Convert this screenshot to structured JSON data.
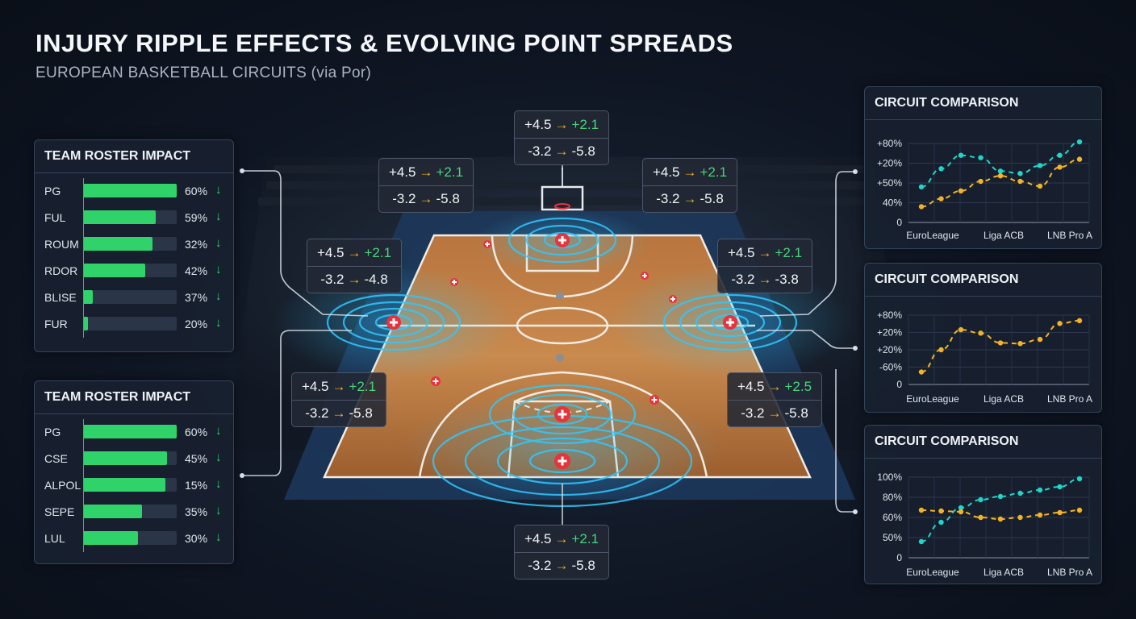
{
  "page": {
    "title": "INJURY RIPPLE EFFECTS & EVOLVING POINT SPREADS",
    "subtitle": "EUROPEAN BASKETBALL CIRCUITS (via Por)"
  },
  "roster_panels": [
    {
      "title": "TEAM ROSTER IMPACT",
      "rows": [
        {
          "label": "PG",
          "pct_label": "60%",
          "fill": 1.0,
          "arrow": "↓"
        },
        {
          "label": "FUL",
          "pct_label": "59%",
          "fill": 0.78,
          "arrow": "↓"
        },
        {
          "label": "ROUM",
          "pct_label": "32%",
          "fill": 0.74,
          "arrow": "↓"
        },
        {
          "label": "RDOR",
          "pct_label": "42%",
          "fill": 0.66,
          "arrow": "↓"
        },
        {
          "label": "BLISE",
          "pct_label": "37%",
          "fill": 0.1,
          "arrow": "↓"
        },
        {
          "label": "FUR",
          "pct_label": "20%",
          "fill": 0.05,
          "arrow": "↓"
        }
      ]
    },
    {
      "title": "TEAM ROSTER IMPACT",
      "rows": [
        {
          "label": "PG",
          "pct_label": "60%",
          "fill": 1.0,
          "arrow": "↓"
        },
        {
          "label": "CSE",
          "pct_label": "45%",
          "fill": 0.9,
          "arrow": "↓"
        },
        {
          "label": "ALPOL",
          "pct_label": "15%",
          "fill": 0.88,
          "arrow": "↓"
        },
        {
          "label": "SEPE",
          "pct_label": "35%",
          "fill": 0.63,
          "arrow": "↓"
        },
        {
          "label": "LUL",
          "pct_label": "30%",
          "fill": 0.59,
          "arrow": "↓"
        }
      ]
    }
  ],
  "spread_boxes": [
    {
      "line1_from": "+4.5",
      "line1_to": "+2.1",
      "line2_from": "-3.2",
      "line2_to": "-5.8",
      "arrow": "→"
    },
    {
      "line1_from": "+4.5",
      "line1_to": "+2.1",
      "line2_from": "-3.2",
      "line2_to": "-5.8",
      "arrow": "→"
    },
    {
      "line1_from": "+4.5",
      "line1_to": "+2.1",
      "line2_from": "-3.2",
      "line2_to": "-5.8",
      "arrow": "→"
    },
    {
      "line1_from": "+4.5",
      "line1_to": "+2.1",
      "line2_from": "-3.2",
      "line2_to": "-4.8",
      "arrow": "→"
    },
    {
      "line1_from": "+4.5",
      "line1_to": "+2.1",
      "line2_from": "-3.2",
      "line2_to": "-3.8",
      "arrow": "→"
    },
    {
      "line1_from": "+4.5",
      "line1_to": "+2.1",
      "line2_from": "-3.2",
      "line2_to": "-5.8",
      "arrow": "→"
    },
    {
      "line1_from": "+4.5",
      "line1_to": "+2.5",
      "line2_from": "-3.2",
      "line2_to": "-5.8",
      "arrow": "→"
    },
    {
      "line1_from": "+4.5",
      "line1_to": "+2.1",
      "line2_from": "-3.2",
      "line2_to": "-5.8",
      "arrow": "→"
    }
  ],
  "colors": {
    "bar_fill": "#2fd36a",
    "teal_series": "#1fd6c8",
    "gold_series": "#f4b324",
    "ripple": "#2fc8ff",
    "injury_marker": "#e8323c",
    "spread_up": "#47d67a",
    "spread_arrow": "#f4b324"
  },
  "chart_data": [
    {
      "type": "line",
      "title": "CIRCUIT COMPARISON",
      "categories": [
        "EuroLeague",
        "Liga ACB",
        "LNB Pro A"
      ],
      "y_tick_labels": [
        "0",
        "40%",
        "+50%",
        "+20%",
        "+80%"
      ],
      "grid": true,
      "series": [
        {
          "color": "#1fd6c8",
          "values": [
            0.45,
            0.68,
            0.85,
            0.82,
            0.65,
            0.62,
            0.72,
            0.85,
            1.02
          ]
        },
        {
          "color": "#f4b324",
          "values": [
            0.2,
            0.3,
            0.4,
            0.52,
            0.59,
            0.52,
            0.46,
            0.7,
            0.8
          ]
        }
      ]
    },
    {
      "type": "line",
      "title": "CIRCUIT COMPARISON",
      "categories": [
        "EuroLeague",
        "Liga ACB",
        "LNB Pro A"
      ],
      "y_tick_labels": [
        "0",
        "-60%",
        "+20%",
        "+20%",
        "+80%"
      ],
      "grid": true,
      "series": [
        {
          "color": "#f4b324",
          "values": [
            0.18,
            0.5,
            0.79,
            0.74,
            0.6,
            0.59,
            0.65,
            0.88,
            0.92
          ]
        }
      ]
    },
    {
      "type": "line",
      "title": "CIRCUIT COMPARISON",
      "categories": [
        "EuroLeague",
        "Liga ACB",
        "LNB Pro A"
      ],
      "y_tick_labels": [
        "0",
        "50%",
        "60%",
        "80%",
        "100%"
      ],
      "grid": true,
      "series": [
        {
          "color": "#1fd6c8",
          "values": [
            0.2,
            0.44,
            0.62,
            0.72,
            0.76,
            0.8,
            0.84,
            0.88,
            0.98
          ]
        },
        {
          "color": "#f4b324",
          "values": [
            0.59,
            0.58,
            0.57,
            0.5,
            0.48,
            0.5,
            0.53,
            0.56,
            0.59
          ]
        }
      ]
    }
  ]
}
